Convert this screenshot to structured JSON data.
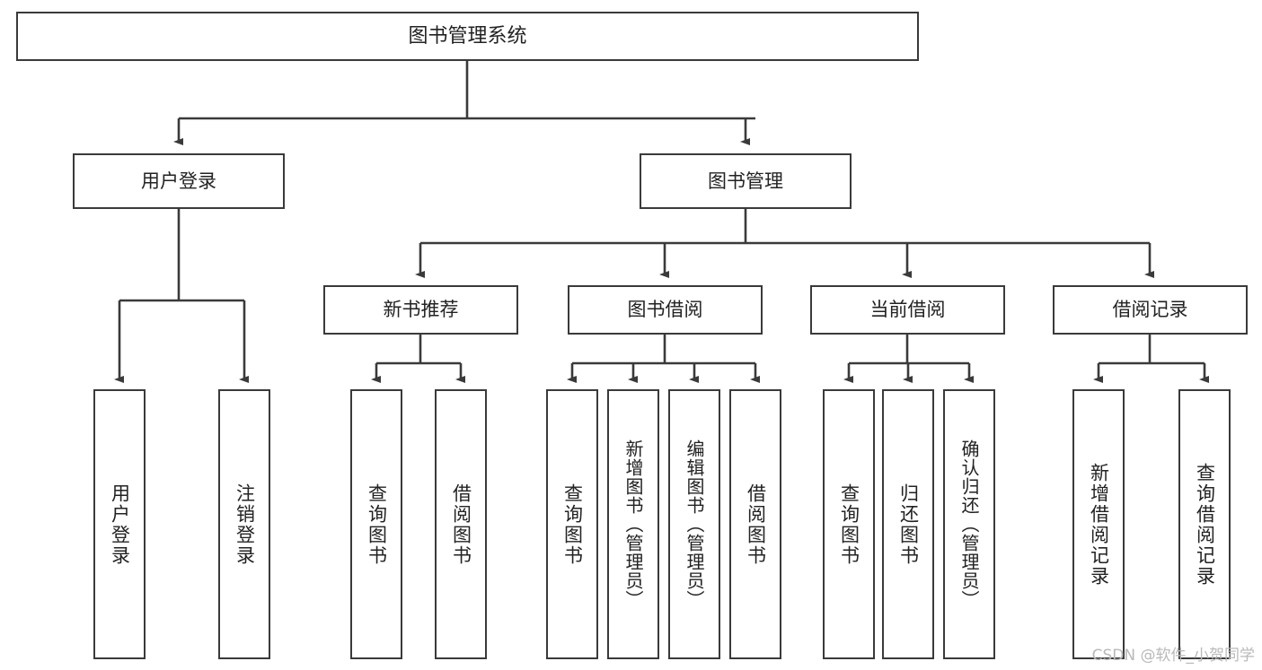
{
  "diagram": {
    "title": "图书管理系统",
    "watermark": "CSDN @软件_小贺同学",
    "stroke_color": "#3a3a3a",
    "text_color": "#222222",
    "background": "#ffffff",
    "root": {
      "label": "图书管理系统"
    },
    "level2": [
      {
        "label": "用户登录"
      },
      {
        "label": "图书管理"
      }
    ],
    "level3": [
      {
        "label": "新书推荐"
      },
      {
        "label": "图书借阅"
      },
      {
        "label": "当前借阅"
      },
      {
        "label": "借阅记录"
      }
    ],
    "leaves": {
      "user_login": [
        {
          "label": "用户登录"
        },
        {
          "label": "注销登录"
        }
      ],
      "new_book_recommend": [
        {
          "label": "查询图书"
        },
        {
          "label": "借阅图书"
        }
      ],
      "book_borrow": [
        {
          "label": "查询图书"
        },
        {
          "label": "新增图书（管理员）"
        },
        {
          "label": "编辑图书（管理员）"
        },
        {
          "label": "借阅图书"
        }
      ],
      "current_borrow": [
        {
          "label": "查询图书"
        },
        {
          "label": "归还图书"
        },
        {
          "label": "确认归还（管理员）"
        }
      ],
      "borrow_record": [
        {
          "label": "新增借阅记录"
        },
        {
          "label": "查询借阅记录"
        }
      ]
    }
  },
  "chart_data": {
    "type": "tree-diagram",
    "title": "图书管理系统",
    "orientation": "top-down",
    "nodes": [
      {
        "id": "root",
        "label": "图书管理系统",
        "level": 0,
        "parent": null
      },
      {
        "id": "n1",
        "label": "用户登录",
        "level": 1,
        "parent": "root"
      },
      {
        "id": "n2",
        "label": "图书管理",
        "level": 1,
        "parent": "root"
      },
      {
        "id": "n1a",
        "label": "用户登录",
        "level": 2,
        "parent": "n1"
      },
      {
        "id": "n1b",
        "label": "注销登录",
        "level": 2,
        "parent": "n1"
      },
      {
        "id": "n2a",
        "label": "新书推荐",
        "level": 2,
        "parent": "n2"
      },
      {
        "id": "n2b",
        "label": "图书借阅",
        "level": 2,
        "parent": "n2"
      },
      {
        "id": "n2c",
        "label": "当前借阅",
        "level": 2,
        "parent": "n2"
      },
      {
        "id": "n2d",
        "label": "借阅记录",
        "level": 2,
        "parent": "n2"
      },
      {
        "id": "n2a1",
        "label": "查询图书",
        "level": 3,
        "parent": "n2a"
      },
      {
        "id": "n2a2",
        "label": "借阅图书",
        "level": 3,
        "parent": "n2a"
      },
      {
        "id": "n2b1",
        "label": "查询图书",
        "level": 3,
        "parent": "n2b"
      },
      {
        "id": "n2b2",
        "label": "新增图书（管理员）",
        "level": 3,
        "parent": "n2b"
      },
      {
        "id": "n2b3",
        "label": "编辑图书（管理员）",
        "level": 3,
        "parent": "n2b"
      },
      {
        "id": "n2b4",
        "label": "借阅图书",
        "level": 3,
        "parent": "n2b"
      },
      {
        "id": "n2c1",
        "label": "查询图书",
        "level": 3,
        "parent": "n2c"
      },
      {
        "id": "n2c2",
        "label": "归还图书",
        "level": 3,
        "parent": "n2c"
      },
      {
        "id": "n2c3",
        "label": "确认归还（管理员）",
        "level": 3,
        "parent": "n2c"
      },
      {
        "id": "n2d1",
        "label": "新增借阅记录",
        "level": 3,
        "parent": "n2d"
      },
      {
        "id": "n2d2",
        "label": "查询借阅记录",
        "level": 3,
        "parent": "n2d"
      }
    ]
  }
}
